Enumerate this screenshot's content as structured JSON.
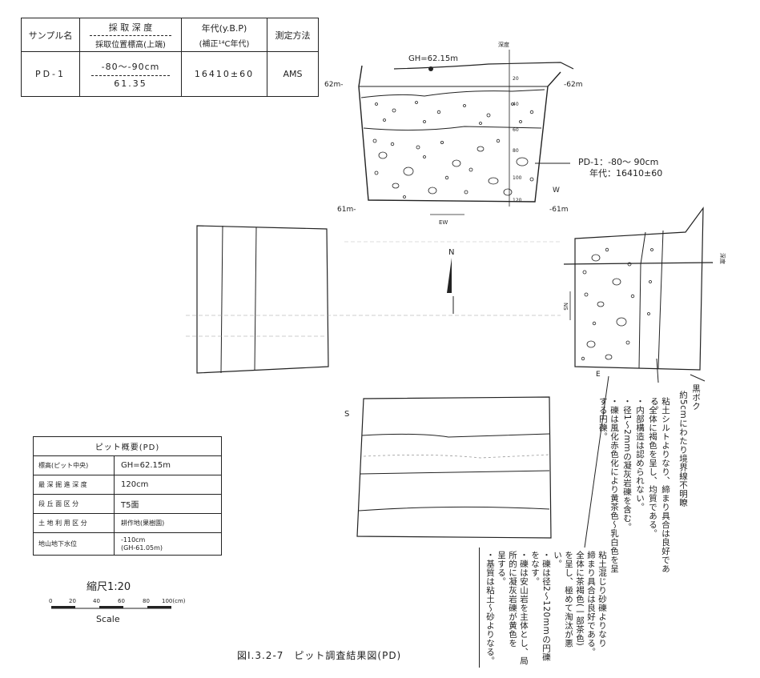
{
  "sample_table": {
    "headers": {
      "sample_name": "サンプル名",
      "depth_top": "採 取 深 度",
      "depth_bottom": "採取位置標高(上端)",
      "age_top": "年代(y.B.P)",
      "age_bottom": "(補正¹⁴C年代)",
      "method": "測定方法"
    },
    "row": {
      "name": "PD-1",
      "depth": "-80～-90cm",
      "elevation": "61.35",
      "age": "16410±60",
      "method": "AMS"
    }
  },
  "section": {
    "gh_label": "GH=62.15m",
    "depth_header": "深度",
    "elev_62_left": "62m-",
    "elev_62_right": "-62m",
    "elev_61_left": "61m-",
    "elev_61_right": "-61m",
    "orientation": "EW",
    "direction_mark": "W",
    "depth_ticks": [
      "20",
      "40",
      "60",
      "80",
      "100",
      "120"
    ],
    "sample_label": "PD-1：-80～ 90cm",
    "sample_age": "年代：16410±60"
  },
  "plan": {
    "north": "N",
    "ns_label": "NS",
    "depth_header": "深度",
    "east_mark": "E",
    "south_mark": "S"
  },
  "descriptions": {
    "right": [
      "黒ボク",
      "約5cmにわたり境界線不明瞭",
      "粘土シルトよりなり、締まり具合は良好である。",
      "・全体に褐色を呈し、均質である。",
      "・内部構造は認められない。",
      "・径1～2mmの凝灰岩礫を含む。",
      "・礫は風化赤色化により黄茶色～乳白色を呈する円礫。"
    ],
    "bottom": [
      "粘土混じり砂礫よりなり",
      "締まり具合は良好である。",
      "全体に茶褐色(一部茶色)",
      "を呈し、極めて淘汰が悪",
      "い。",
      "・礫は径2～120mmの円礫",
      "をなす。",
      "・礫は安山岩を主体とし、局",
      "所的に凝灰岩礫が黄色を",
      "呈する。",
      "・基質は粘土～砂よりなる。"
    ]
  },
  "overview": {
    "title": "ピット概要(PD)",
    "rows": [
      {
        "label": "標高(ピット中央)",
        "value": "GH=62.15m"
      },
      {
        "label": "最 深 掘 進 深 度",
        "value": "120cm"
      },
      {
        "label": "段 丘 面 区 分",
        "value": "T5面"
      },
      {
        "label": "土 地 利 用 区 分",
        "value": "耕作地(果樹園)"
      },
      {
        "label": "地山地下水位",
        "value": "-110cm",
        "value2": "(GH-61.05m)"
      }
    ]
  },
  "scale": {
    "title": "縮尺1:20",
    "ticks": [
      "0",
      "20",
      "40",
      "60",
      "80",
      "100(cm)"
    ],
    "label": "Scale"
  },
  "caption": "図I.3.2-7　ピット調査結果図(PD)"
}
